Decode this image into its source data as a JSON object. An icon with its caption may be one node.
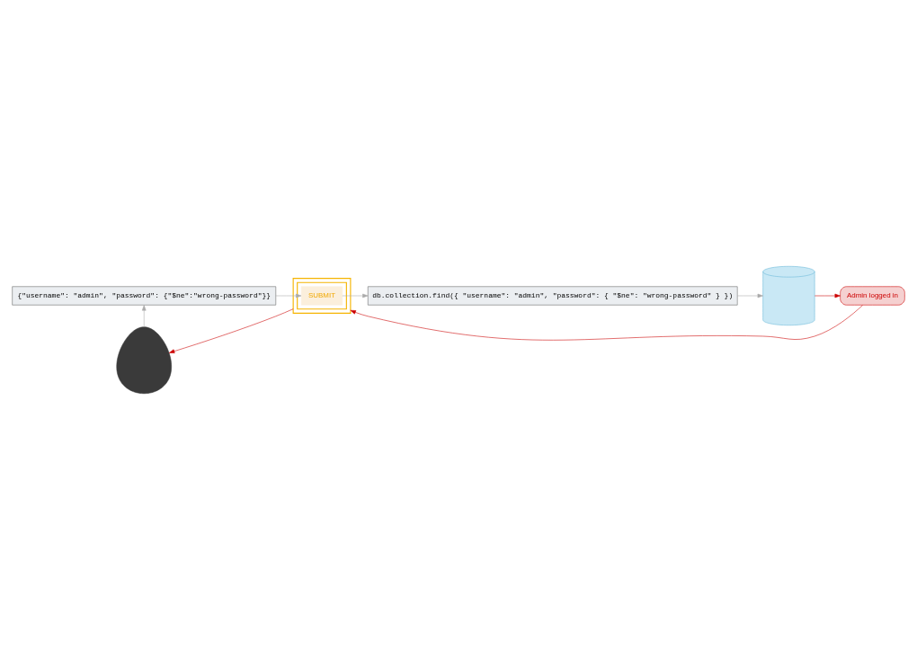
{
  "diagram": {
    "nodes": [
      {
        "text": [
          "{\"username\": \"admin\", \"password\": {\"$ne\":\"wrong-password\"}}"
        ]
      },
      {
        "text": [],
        "shape": "person"
      },
      {
        "text": [],
        "shape": "box"
      },
      {
        "text": [],
        "shape": "box",
        "in": 2
      },
      {
        "text": [
          "SUBMIT"
        ],
        "in": 3
      },
      {
        "text": [
          "db.collection.find({ \"username\": \"admin\", \"password\": { \"$ne\": \"wrong-password\" } })"
        ]
      },
      {
        "text": [],
        "shape": "cylinder"
      },
      {
        "text": [
          "Admin logged in"
        ]
      }
    ],
    "edges": [
      {
        "from": 1,
        "to": 0,
        "arrow": "to"
      },
      {
        "from": 0,
        "to": 4,
        "arrow": "to"
      },
      {
        "from": 4,
        "to": 5,
        "arrow": "to"
      },
      {
        "from": 5,
        "to": 6,
        "arrow": "to"
      },
      {
        "from": 6,
        "to": 7,
        "arrow": "to",
        "color": "#cc0000"
      },
      {
        "from": 7,
        "to": 2,
        "arrow": "to",
        "color": "#cc0000"
      },
      {
        "from": 2,
        "to": 1,
        "arrow": "to",
        "color": "#cc0000"
      }
    ]
  }
}
